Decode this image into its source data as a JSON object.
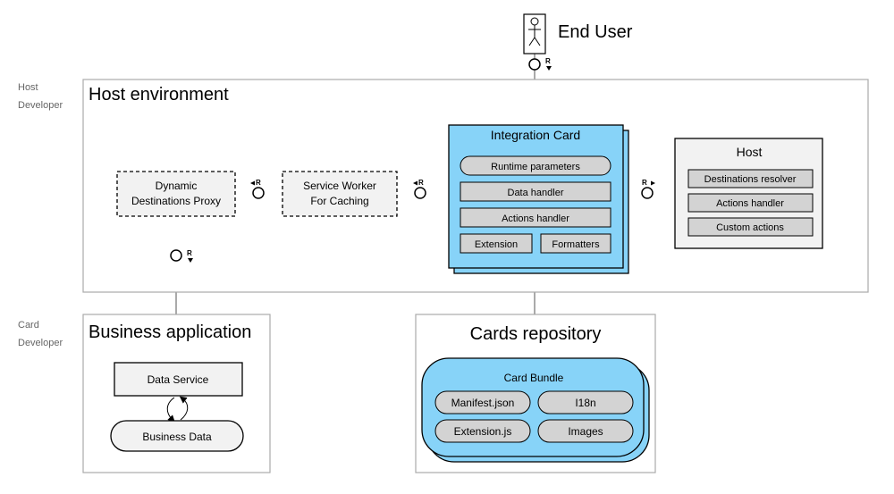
{
  "end_user": {
    "label": "End User",
    "interface_label": "R"
  },
  "roles": {
    "host_role": [
      "Host",
      "Developer"
    ],
    "card_role": [
      "Card",
      "Developer"
    ]
  },
  "host_environment": {
    "title": "Host environment",
    "dynamic_proxy": [
      "Dynamic",
      "Destinations Proxy"
    ],
    "service_worker": [
      "Service Worker",
      "For Caching"
    ],
    "proxy_interface_label": "R",
    "worker_interface_label": "R",
    "host_interface_label": "R",
    "business_interface_label": "R"
  },
  "integration_card": {
    "title": "Integration Card",
    "runtime_parameters": "Runtime parameters",
    "data_handler": "Data handler",
    "actions_handler": "Actions handler",
    "extension": "Extension",
    "formatters": "Formatters"
  },
  "host": {
    "title": "Host",
    "destinations_resolver": "Destinations resolver",
    "actions_handler": "Actions handler",
    "custom_actions": "Custom actions"
  },
  "business_application": {
    "title": "Business application",
    "data_service": "Data Service",
    "business_data": "Business Data"
  },
  "cards_repository": {
    "title": "Cards repository",
    "bundle_title": "Card Bundle",
    "manifest": "Manifest.json",
    "i18n": "I18n",
    "extension_js": "Extension.js",
    "images": "Images"
  },
  "colors": {
    "card_blue": "#87d3f8",
    "light_gray": "#f2f2f2",
    "pill_gray": "#d3d3d3",
    "border": "#888888"
  }
}
